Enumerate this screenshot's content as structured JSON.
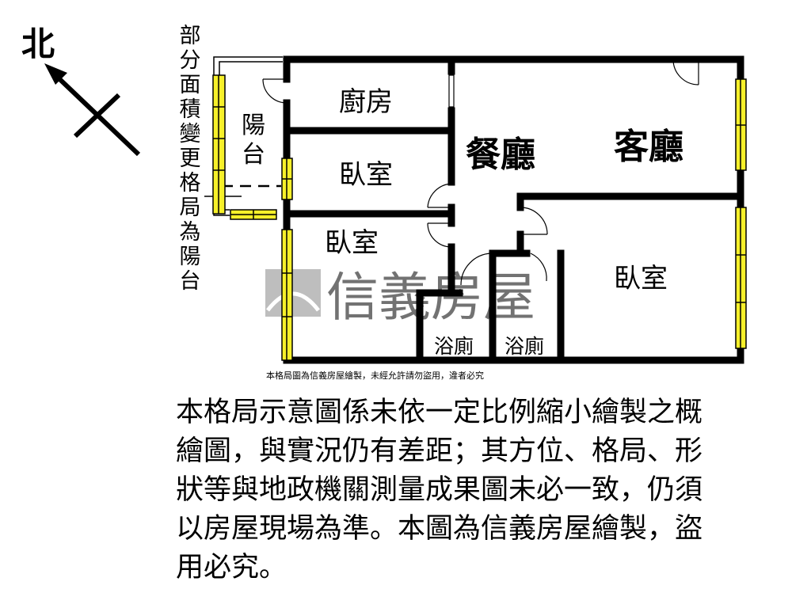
{
  "compass": {
    "north_label": "北"
  },
  "side_note": [
    "部",
    "分",
    "面",
    "積",
    "變",
    "更",
    "格",
    "局",
    "為",
    "陽",
    "台"
  ],
  "rooms": {
    "balcony": [
      "陽",
      "台"
    ],
    "kitchen": "廚房",
    "bedroom_1": "臥室",
    "dining": "餐廳",
    "living": "客廳",
    "bedroom_2": "臥室",
    "bedroom_3": "臥室",
    "bathroom_1": "浴廁",
    "bathroom_2": "浴廁"
  },
  "watermark": {
    "brand": "信義房屋",
    "notice": "本格局圖為信義房屋繪製，未經允許請勿盜用，違者必究"
  },
  "disclaimer_lines": [
    "本格局示意圖係未依一定比例縮小繪製之概",
    "繪圖，與實況仍有差距；其方位、格局、形",
    "狀等與地政機關測量成果圖未必一致，仍須",
    "以房屋現場為準。本圖為信義房屋繪製，盜",
    "用必究。"
  ]
}
